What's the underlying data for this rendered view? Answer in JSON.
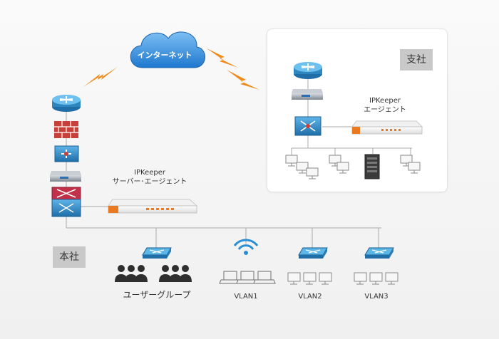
{
  "cloud": {
    "label": "インターネット"
  },
  "hq": {
    "tag": "本社"
  },
  "branch": {
    "tag": "支社"
  },
  "server_agent": {
    "line1": "IPKeeper",
    "line2": "サーバー･エージェント"
  },
  "branch_agent": {
    "line1": "IPKeeper",
    "line2": "エージェント"
  },
  "groups": {
    "user_group": "ユーザーグループ",
    "vlan1": "VLAN1",
    "vlan2": "VLAN2",
    "vlan3": "VLAN3"
  },
  "colors": {
    "cloud": "#3a8fdc",
    "router": "#3a93c8",
    "switch_l3": "#2b7fb9",
    "firewall": "#c8403a",
    "utm": "#c2304a",
    "appliance_accent": "#ea7a22",
    "lightning": "#f08a1a",
    "line": "#a9a9a9"
  }
}
